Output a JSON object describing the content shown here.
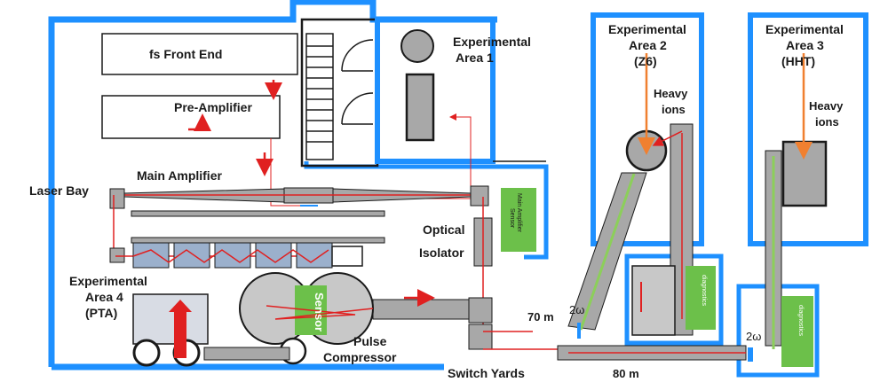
{
  "labels": {
    "laser_bay": "Laser Bay",
    "fs_front_end": "fs Front End",
    "pre_amplifier": "Pre-Amplifier",
    "main_amplifier": "Main Amplifier",
    "exp_area_1_line1": "Experimental",
    "exp_area_1_line2": "Area 1",
    "exp_area_2_line1": "Experimental",
    "exp_area_2_line2": "Area 2",
    "exp_area_2_line3": "(Z6)",
    "exp_area_3_line1": "Experimental",
    "exp_area_3_line2": "Area 3",
    "exp_area_3_line3": "(HHT)",
    "exp_area_4_line1": "Experimental",
    "exp_area_4_line2": "Area 4",
    "exp_area_4_line3": "(PTA)",
    "heavy_ions_2_line1": "Heavy",
    "heavy_ions_2_line2": "ions",
    "heavy_ions_3_line1": "Heavy",
    "heavy_ions_3_line2": "ions",
    "optical_line1": "Optical",
    "optical_line2": "Isolator",
    "main_amp_sensor_line1": "Main Amplifier",
    "main_amp_sensor_line2": "Sensor",
    "sensor": "Sensor",
    "pulse_compressor_line1": "Pulse",
    "pulse_compressor_line2": "Compressor",
    "switch_yards": "Switch Yards",
    "dist_70": "70 m",
    "dist_80": "80 m",
    "two_omega_a": "2ω",
    "two_omega_b": "2ω",
    "diagnostics_a": "diagnostics",
    "diagnostics_b": "diagnostics"
  },
  "colors": {
    "wall_blue": "#1e90ff",
    "beam_red": "#e02020",
    "beam_green": "#8ccf5a",
    "ion_orange": "#f08030",
    "sensor_green": "#6cc04a",
    "grey": "#a8a8a8",
    "dark": "#1a1a1a"
  }
}
